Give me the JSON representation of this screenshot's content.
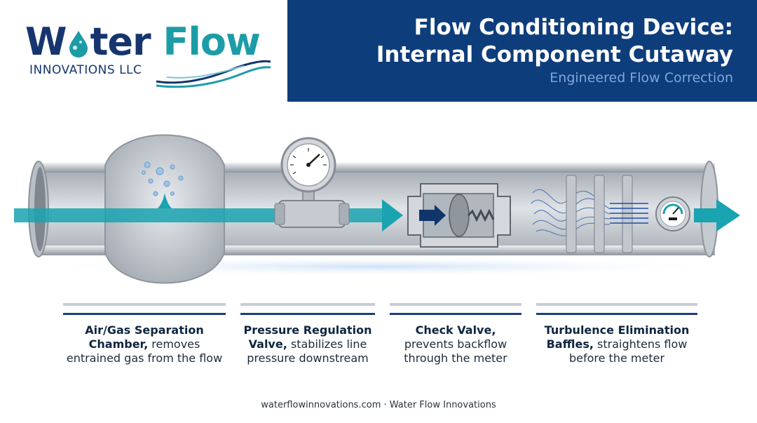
{
  "logo": {
    "word_start": "W",
    "word_mid": "ter",
    "word_end": "Flow",
    "subtitle": "INNOVATIONS LLC",
    "colors": {
      "navy": "#16356f",
      "teal": "#1c9ca6"
    }
  },
  "header": {
    "title_line1": "Flow Conditioning Device:",
    "title_line2": "Internal Component Cutaway",
    "subtitle": "Engineered Flow Correction",
    "background": "#0e3d7c"
  },
  "components": [
    {
      "name": "Air/Gas Separation Chamber,",
      "desc": "removes entrained gas from the flow"
    },
    {
      "name": "Pressure Regulation Valve,",
      "desc": "stabilizes line pressure downstream"
    },
    {
      "name": "Check Valve,",
      "desc": "prevents backflow through the meter"
    },
    {
      "name": "Turbulence Elimination Baffles,",
      "desc": "straightens flow before the meter"
    }
  ],
  "footer": "waterflowinnovations.com · Water Flow Innovations",
  "colors": {
    "flow_arrow": "#1aa3b0",
    "pipe": "#c4c9cf",
    "accent_navy": "#1c3f78"
  }
}
